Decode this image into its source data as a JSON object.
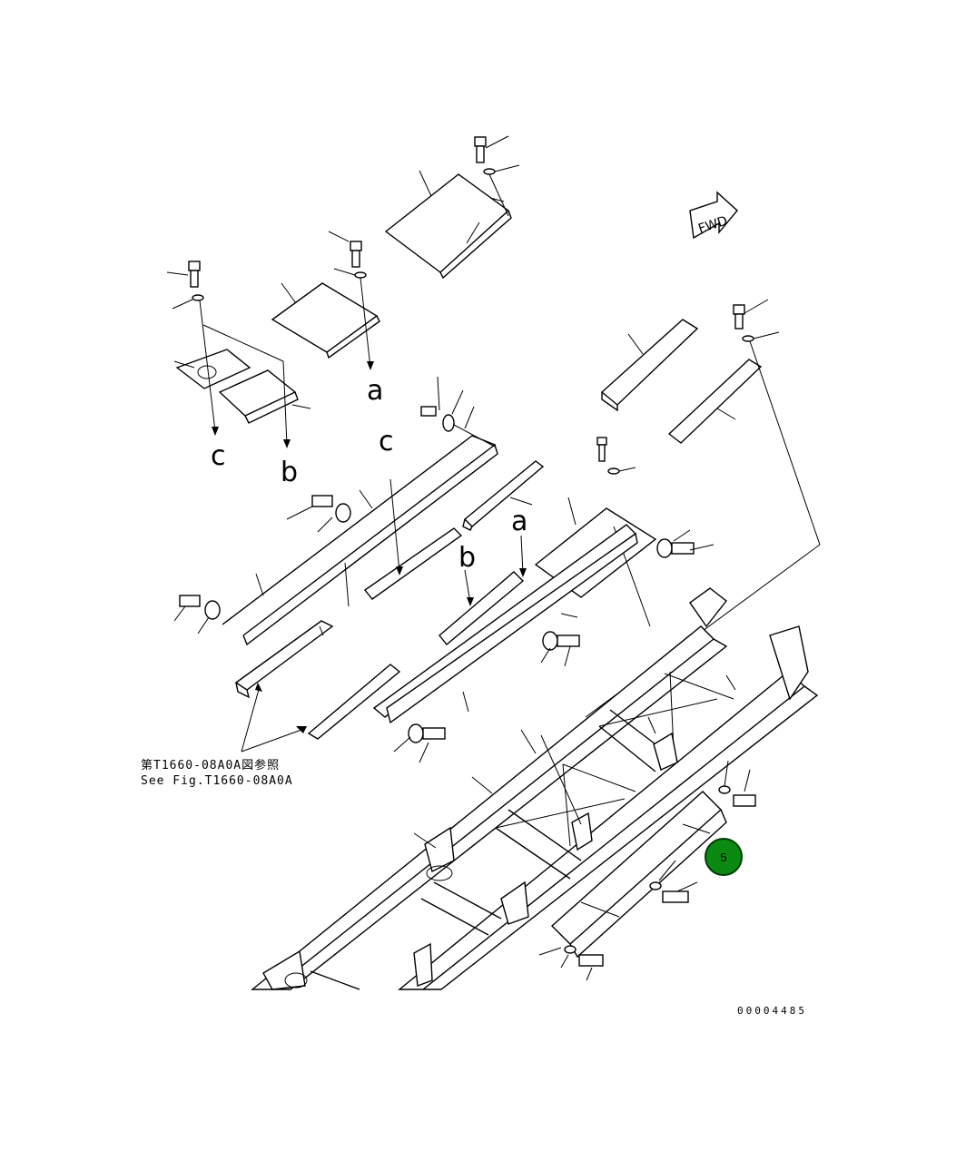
{
  "labels": {
    "a": "a",
    "b": "b",
    "c": "c"
  },
  "reference": {
    "line1": "第T1660-08A0A図参照",
    "line2": "See Fig.T1660-08A0A"
  },
  "fwd_sign": "FWD",
  "callout": {
    "number": "5",
    "color": "#0a8a10"
  },
  "doc_number": "00004485"
}
